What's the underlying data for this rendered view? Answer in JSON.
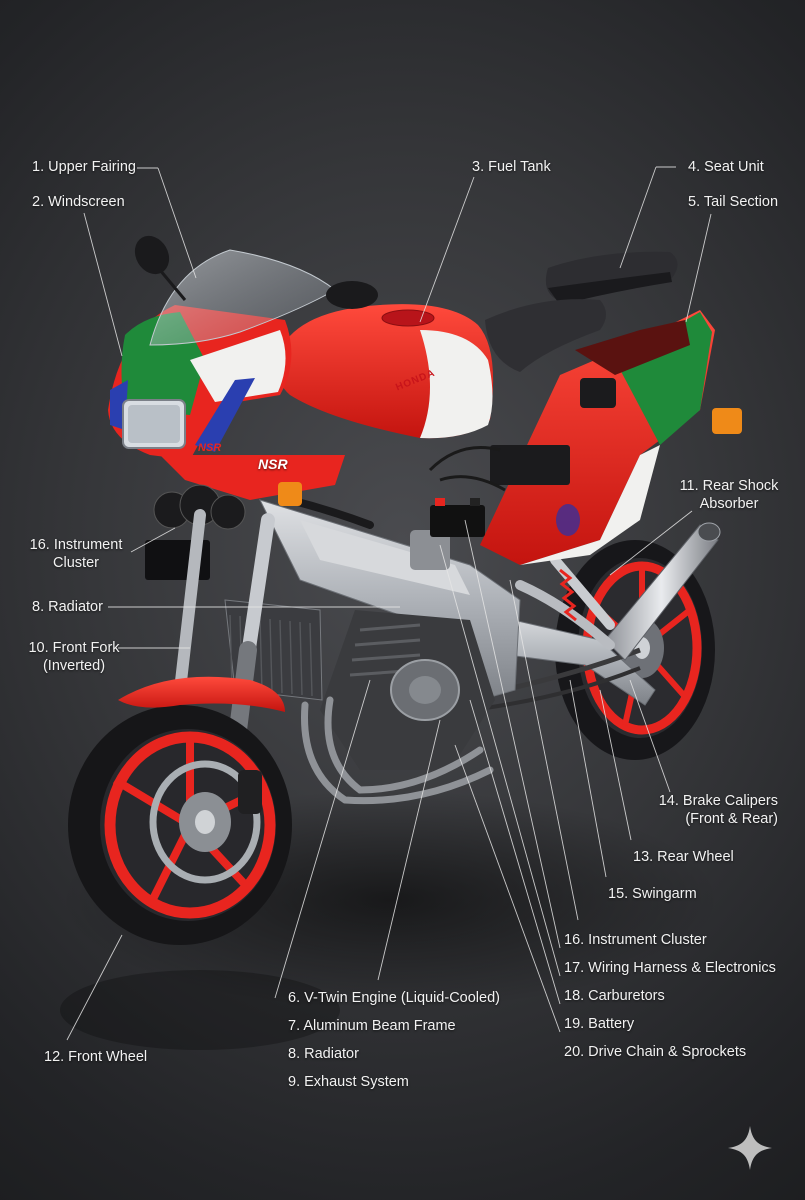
{
  "callouts": {
    "c1": "1. Upper Fairing",
    "c2": "2. Windscreen",
    "c3": "3. Fuel Tank",
    "c4": "4. Seat Unit",
    "c5": "5. Tail Section",
    "c11a": "11. Rear Shock",
    "c11b": "Absorber",
    "c16a": "16. Instrument",
    "c16b": "Cluster",
    "c8a": "8. Radiator",
    "c10a": "10. Front Fork",
    "c10b": "(Inverted)",
    "c14a": "14. Brake Calipers",
    "c14b": "(Front & Rear)",
    "c13": "13. Rear Wheel",
    "c15": "15. Swingarm",
    "c16": "16. Instrument Cluster",
    "c17": "17. Wiring Harness & Electronics",
    "c18": "18. Carburetors",
    "c19": "19. Battery",
    "c20": "20. Drive Chain & Sprockets",
    "c6": "6. V-Twin Engine (Liquid-Cooled)",
    "c7": "7. Aluminum Beam Frame",
    "c8": "8. Radiator",
    "c9": "9. Exhaust System",
    "c12": "12. Front Wheel"
  },
  "branding": {
    "tank_logo": "HONDA",
    "fairing_model": "NSR",
    "nose_model": "NSR"
  },
  "colors": {
    "red": "#e8251f",
    "green": "#1f8a3a",
    "white": "#f1f1ef",
    "blue": "#2a3fb0",
    "aluminum": "#b9bcc1",
    "tire": "#1a1a1c",
    "background": "#2e2f33"
  },
  "icons": {
    "watermark": "sparkle-icon"
  }
}
